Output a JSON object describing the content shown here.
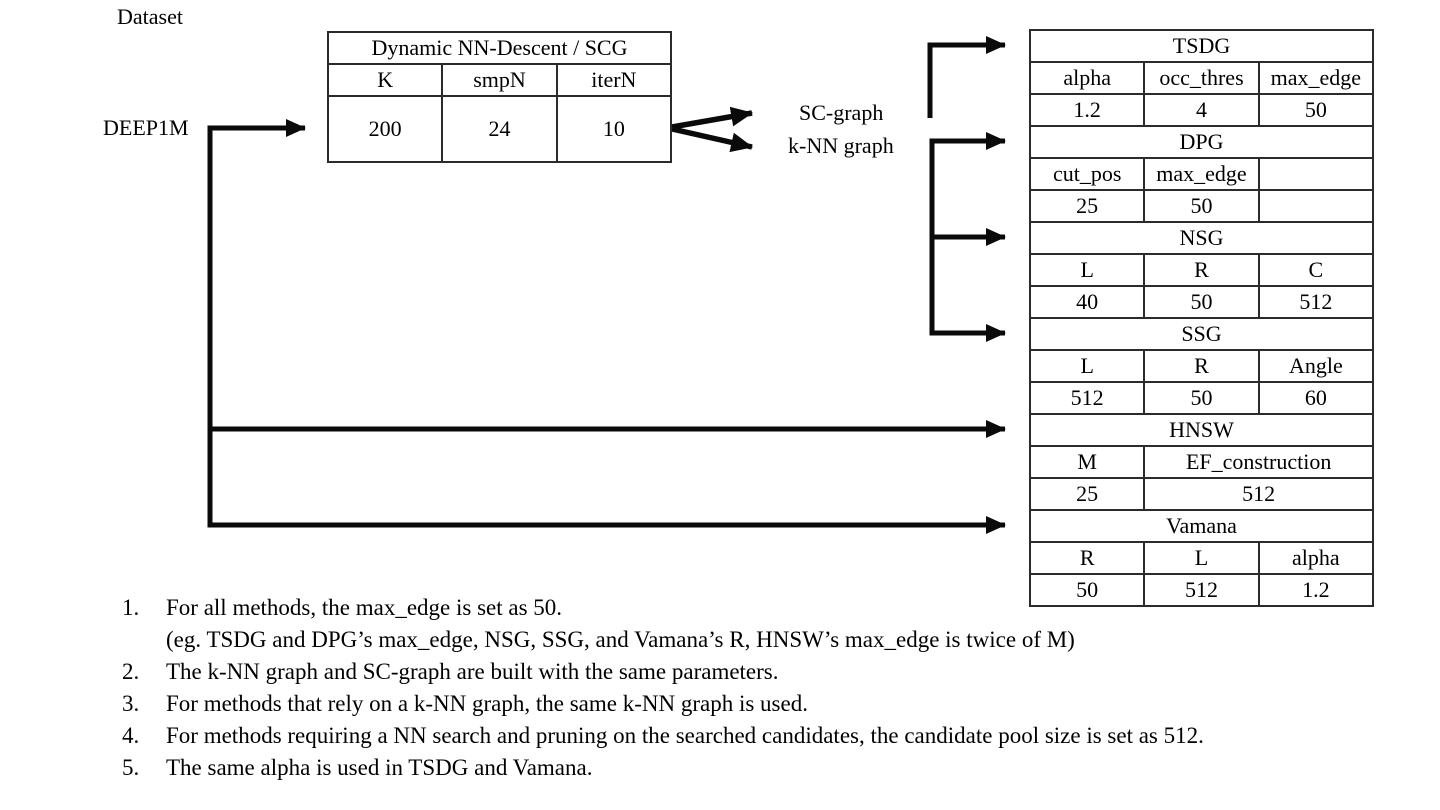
{
  "labels": {
    "dataset": "Dataset",
    "source": "DEEP1M",
    "sc_graph": "SC-graph",
    "knn_graph": "k-NN graph"
  },
  "nn_descent": {
    "title": "Dynamic NN-Descent / SCG",
    "columns": [
      "K",
      "smpN",
      "iterN"
    ],
    "values": [
      "200",
      "24",
      "10"
    ]
  },
  "methods": [
    {
      "name": "TSDG",
      "params": [
        "alpha",
        "occ_thres",
        "max_edge"
      ],
      "values": [
        "1.2",
        "4",
        "50"
      ]
    },
    {
      "name": "DPG",
      "params": [
        "cut_pos",
        "max_edge",
        ""
      ],
      "values": [
        "25",
        "50",
        ""
      ]
    },
    {
      "name": "NSG",
      "params": [
        "L",
        "R",
        "C"
      ],
      "values": [
        "40",
        "50",
        "512"
      ]
    },
    {
      "name": "SSG",
      "params": [
        "L",
        "R",
        "Angle"
      ],
      "values": [
        "512",
        "50",
        "60"
      ]
    },
    {
      "name": "HNSW",
      "params": [
        "M",
        "EF_construction"
      ],
      "values": [
        "25",
        "512"
      ]
    },
    {
      "name": "Vamana",
      "params": [
        "R",
        "L",
        "alpha"
      ],
      "values": [
        "50",
        "512",
        "1.2"
      ]
    }
  ],
  "notes": [
    {
      "num": "1.",
      "text": "For all methods, the max_edge is set as 50."
    },
    {
      "num": "",
      "text": "(eg. TSDG and DPG’s max_edge, NSG, SSG, and Vamana’s R, HNSW’s max_edge is twice of M)"
    },
    {
      "num": "2.",
      "text": "The k-NN graph and SC-graph are built with the same parameters."
    },
    {
      "num": "3.",
      "text": "For methods that rely on a k-NN graph, the same k-NN graph is used."
    },
    {
      "num": "4.",
      "text": "For methods requiring a NN search and pruning on the searched candidates, the candidate pool size is set as 512."
    },
    {
      "num": "5.",
      "text": "The same alpha is used in TSDG and Vamana."
    }
  ]
}
